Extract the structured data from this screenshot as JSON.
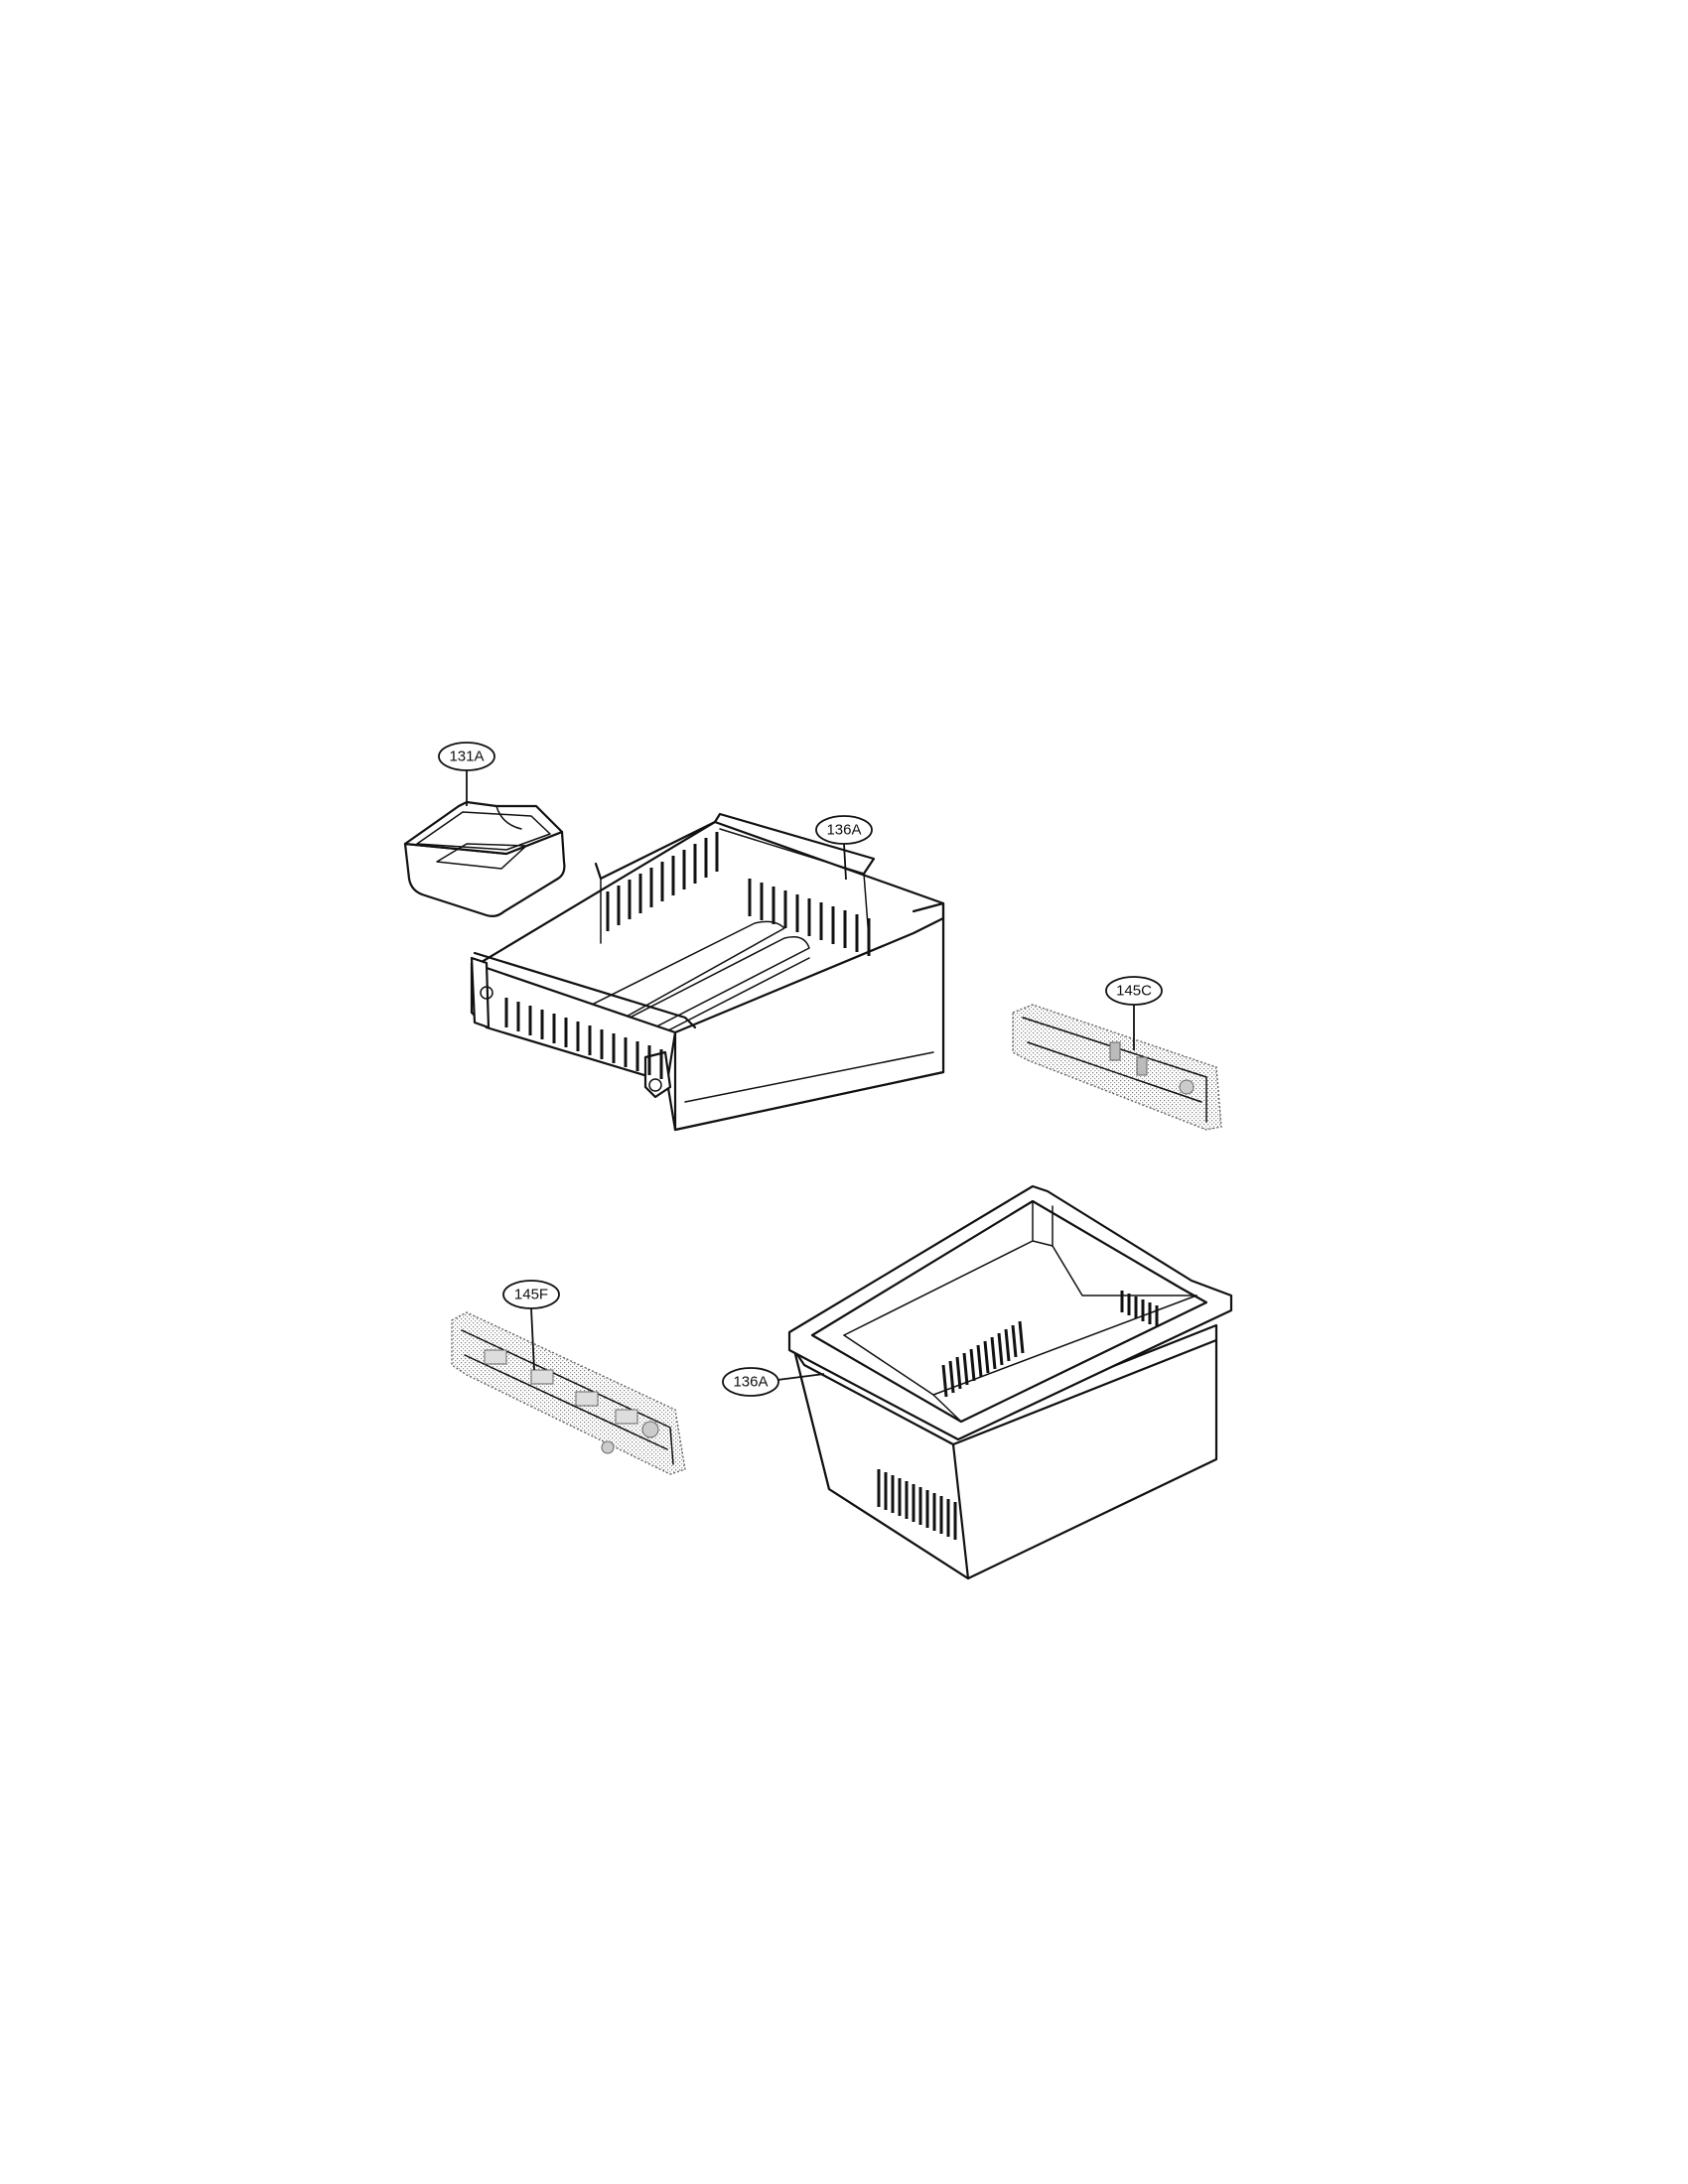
{
  "callouts": {
    "tray_131a": "131A",
    "drawer_136a_upper": "136A",
    "rail_145c": "145C",
    "rail_145f": "145F",
    "bin_136a_lower": "136A"
  }
}
